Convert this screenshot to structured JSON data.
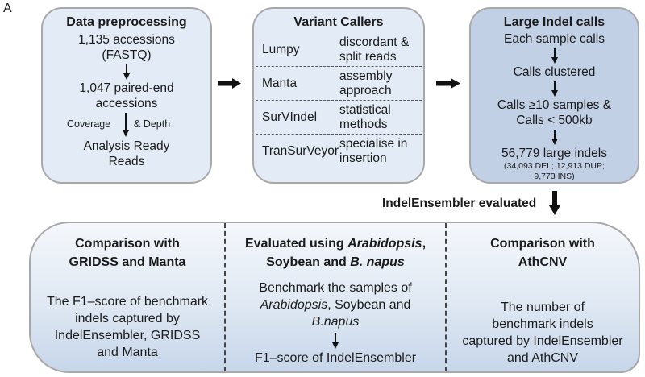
{
  "panel_label": "A",
  "data_preprocessing": {
    "title": "Data preprocessing",
    "step1_line1": "1,135 accessions",
    "step1_line2": "(FASTQ)",
    "step2_line1": "1,047 paired-end",
    "step2_line2": "accessions",
    "arrow_label_left": "Coverage",
    "arrow_label_right": "& Depth",
    "step3_line1": "Analysis Ready",
    "step3_line2": "Reads"
  },
  "variant_callers": {
    "title": "Variant Callers",
    "rows": [
      {
        "name": "Lumpy",
        "desc_line1": "discordant &",
        "desc_line2": "split reads"
      },
      {
        "name": "Manta",
        "desc_line1": "assembly",
        "desc_line2": "approach"
      },
      {
        "name": "SurVIndel",
        "desc_line1": "statistical",
        "desc_line2": "methods"
      },
      {
        "name": "TranSurVeyor",
        "desc_line1": "specialise in",
        "desc_line2": "insertion"
      }
    ]
  },
  "large_indel_calls": {
    "title": "Large Indel calls",
    "step1": "Each sample calls",
    "step2": "Calls clustered",
    "step3_line1": "Calls ≥10 samples &",
    "step3_line2": "Calls < 500kb",
    "result": "56,779 large indels",
    "breakdown_line1": "(34,093 DEL; 12,913 DUP;",
    "breakdown_line2": "9,773 INS)"
  },
  "evaluation_label": "IndelEnsembler evaluated",
  "evaluations": {
    "gridss": {
      "title_line1": "Comparison with",
      "title_line2": "GRIDSS and Manta",
      "text_line1": "The F1–score of benchmark",
      "text_line2": "indels captured by",
      "text_line3": "IndelEnsembler, GRIDSS",
      "text_line4": "and Manta"
    },
    "species": {
      "title_prefix": "Evaluated using ",
      "title_italic1": "Arabidopsis",
      "title_sep": ",",
      "title_line2_prefix": "Soybean and ",
      "title_italic2": "B. napus",
      "text_line1": "Benchmark the samples of",
      "text_italic1": "Arabidopsis",
      "text_line2_rest": ", Soybean and",
      "text_italic2": "B.napus",
      "result": "F1–score of IndelEnsembler"
    },
    "athcnv": {
      "title_line1": "Comparison with",
      "title_line2": "AthCNV",
      "text_line1": "The number of",
      "text_line2": "benchmark indels",
      "text_line3": "captured by IndelEnsembler",
      "text_line4": "and AthCNV"
    }
  }
}
